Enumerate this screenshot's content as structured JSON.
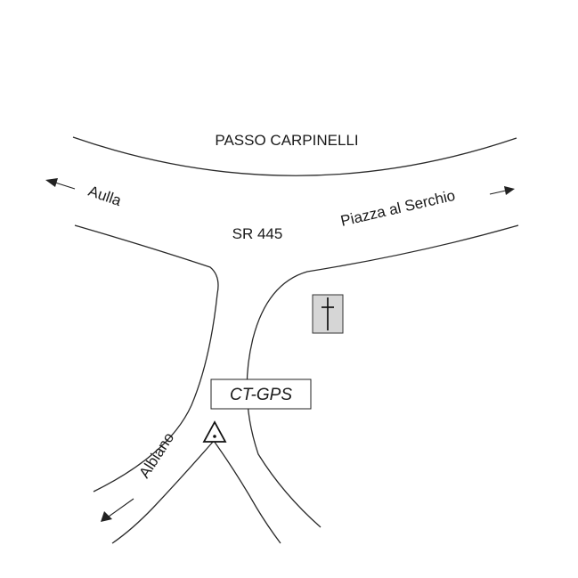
{
  "labels": {
    "pass_name": "PASSO CARPINELLI",
    "road_number": "SR 445",
    "dest_left": "Aulla",
    "dest_right": "Piazza al Serchio",
    "dest_bottom": "Albiano",
    "station_code": "CT-GPS"
  },
  "icons": {
    "benchmark": "triangle-with-dot-icon",
    "cross": "cross-icon",
    "arrows": "arrow-icon"
  },
  "colors": {
    "line": "#222222",
    "cross_fill": "#d6d6d6",
    "background": "#ffffff"
  }
}
